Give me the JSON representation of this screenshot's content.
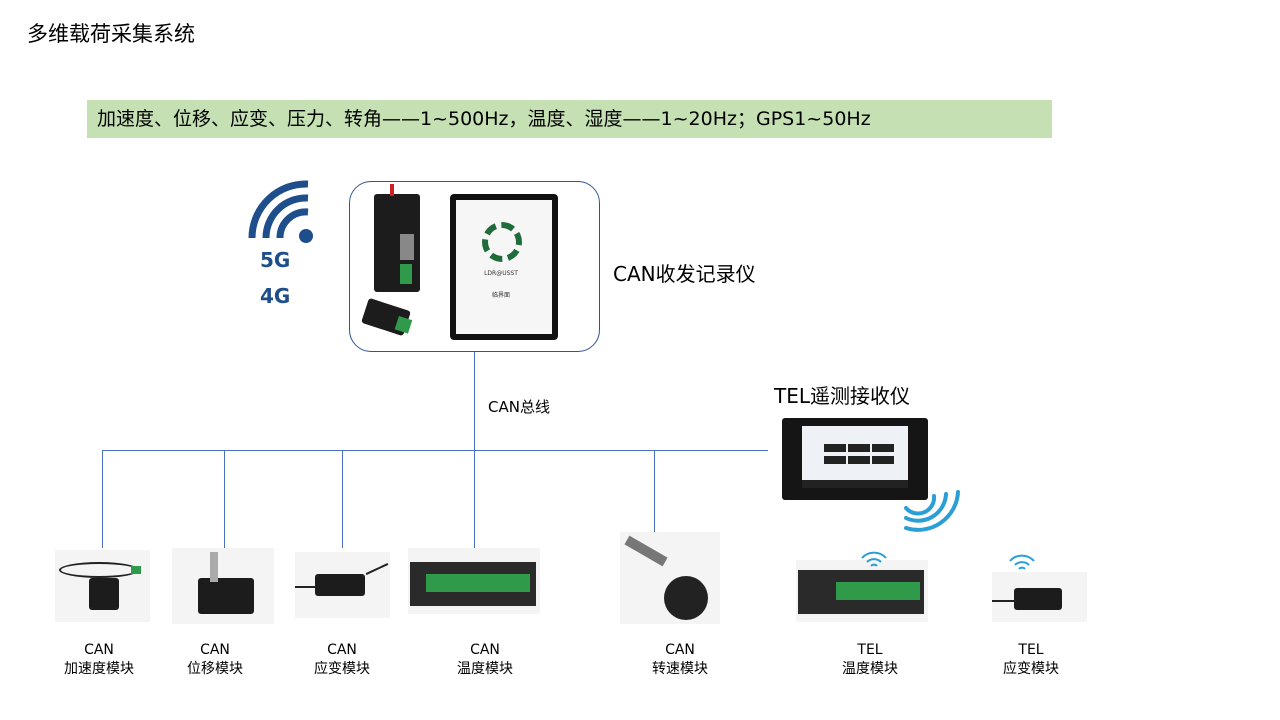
{
  "title": "多维载荷采集系统",
  "banner": "加速度、位移、应变、压力、转角——1~500Hz，温度、湿度——1~20Hz；GPS1~50Hz",
  "network": {
    "icon": "wifi-icon",
    "labels": [
      "5G",
      "4G"
    ],
    "color": "#1f4e8c"
  },
  "recorder": {
    "label": "CAN收发记录仪",
    "device_text": [
      "LDR@USST",
      "临界面"
    ]
  },
  "bus": {
    "label": "CAN总线",
    "color": "#4a72c0"
  },
  "telemetry": {
    "label": "TEL遥测接收仪"
  },
  "modules": [
    {
      "type": "CAN",
      "name": "加速度模块"
    },
    {
      "type": "CAN",
      "name": "位移模块"
    },
    {
      "type": "CAN",
      "name": "应变模块"
    },
    {
      "type": "CAN",
      "name": "温度模块"
    },
    {
      "type": "CAN",
      "name": "转速模块"
    },
    {
      "type": "TEL",
      "name": "温度模块"
    },
    {
      "type": "TEL",
      "name": "应变模块"
    }
  ]
}
